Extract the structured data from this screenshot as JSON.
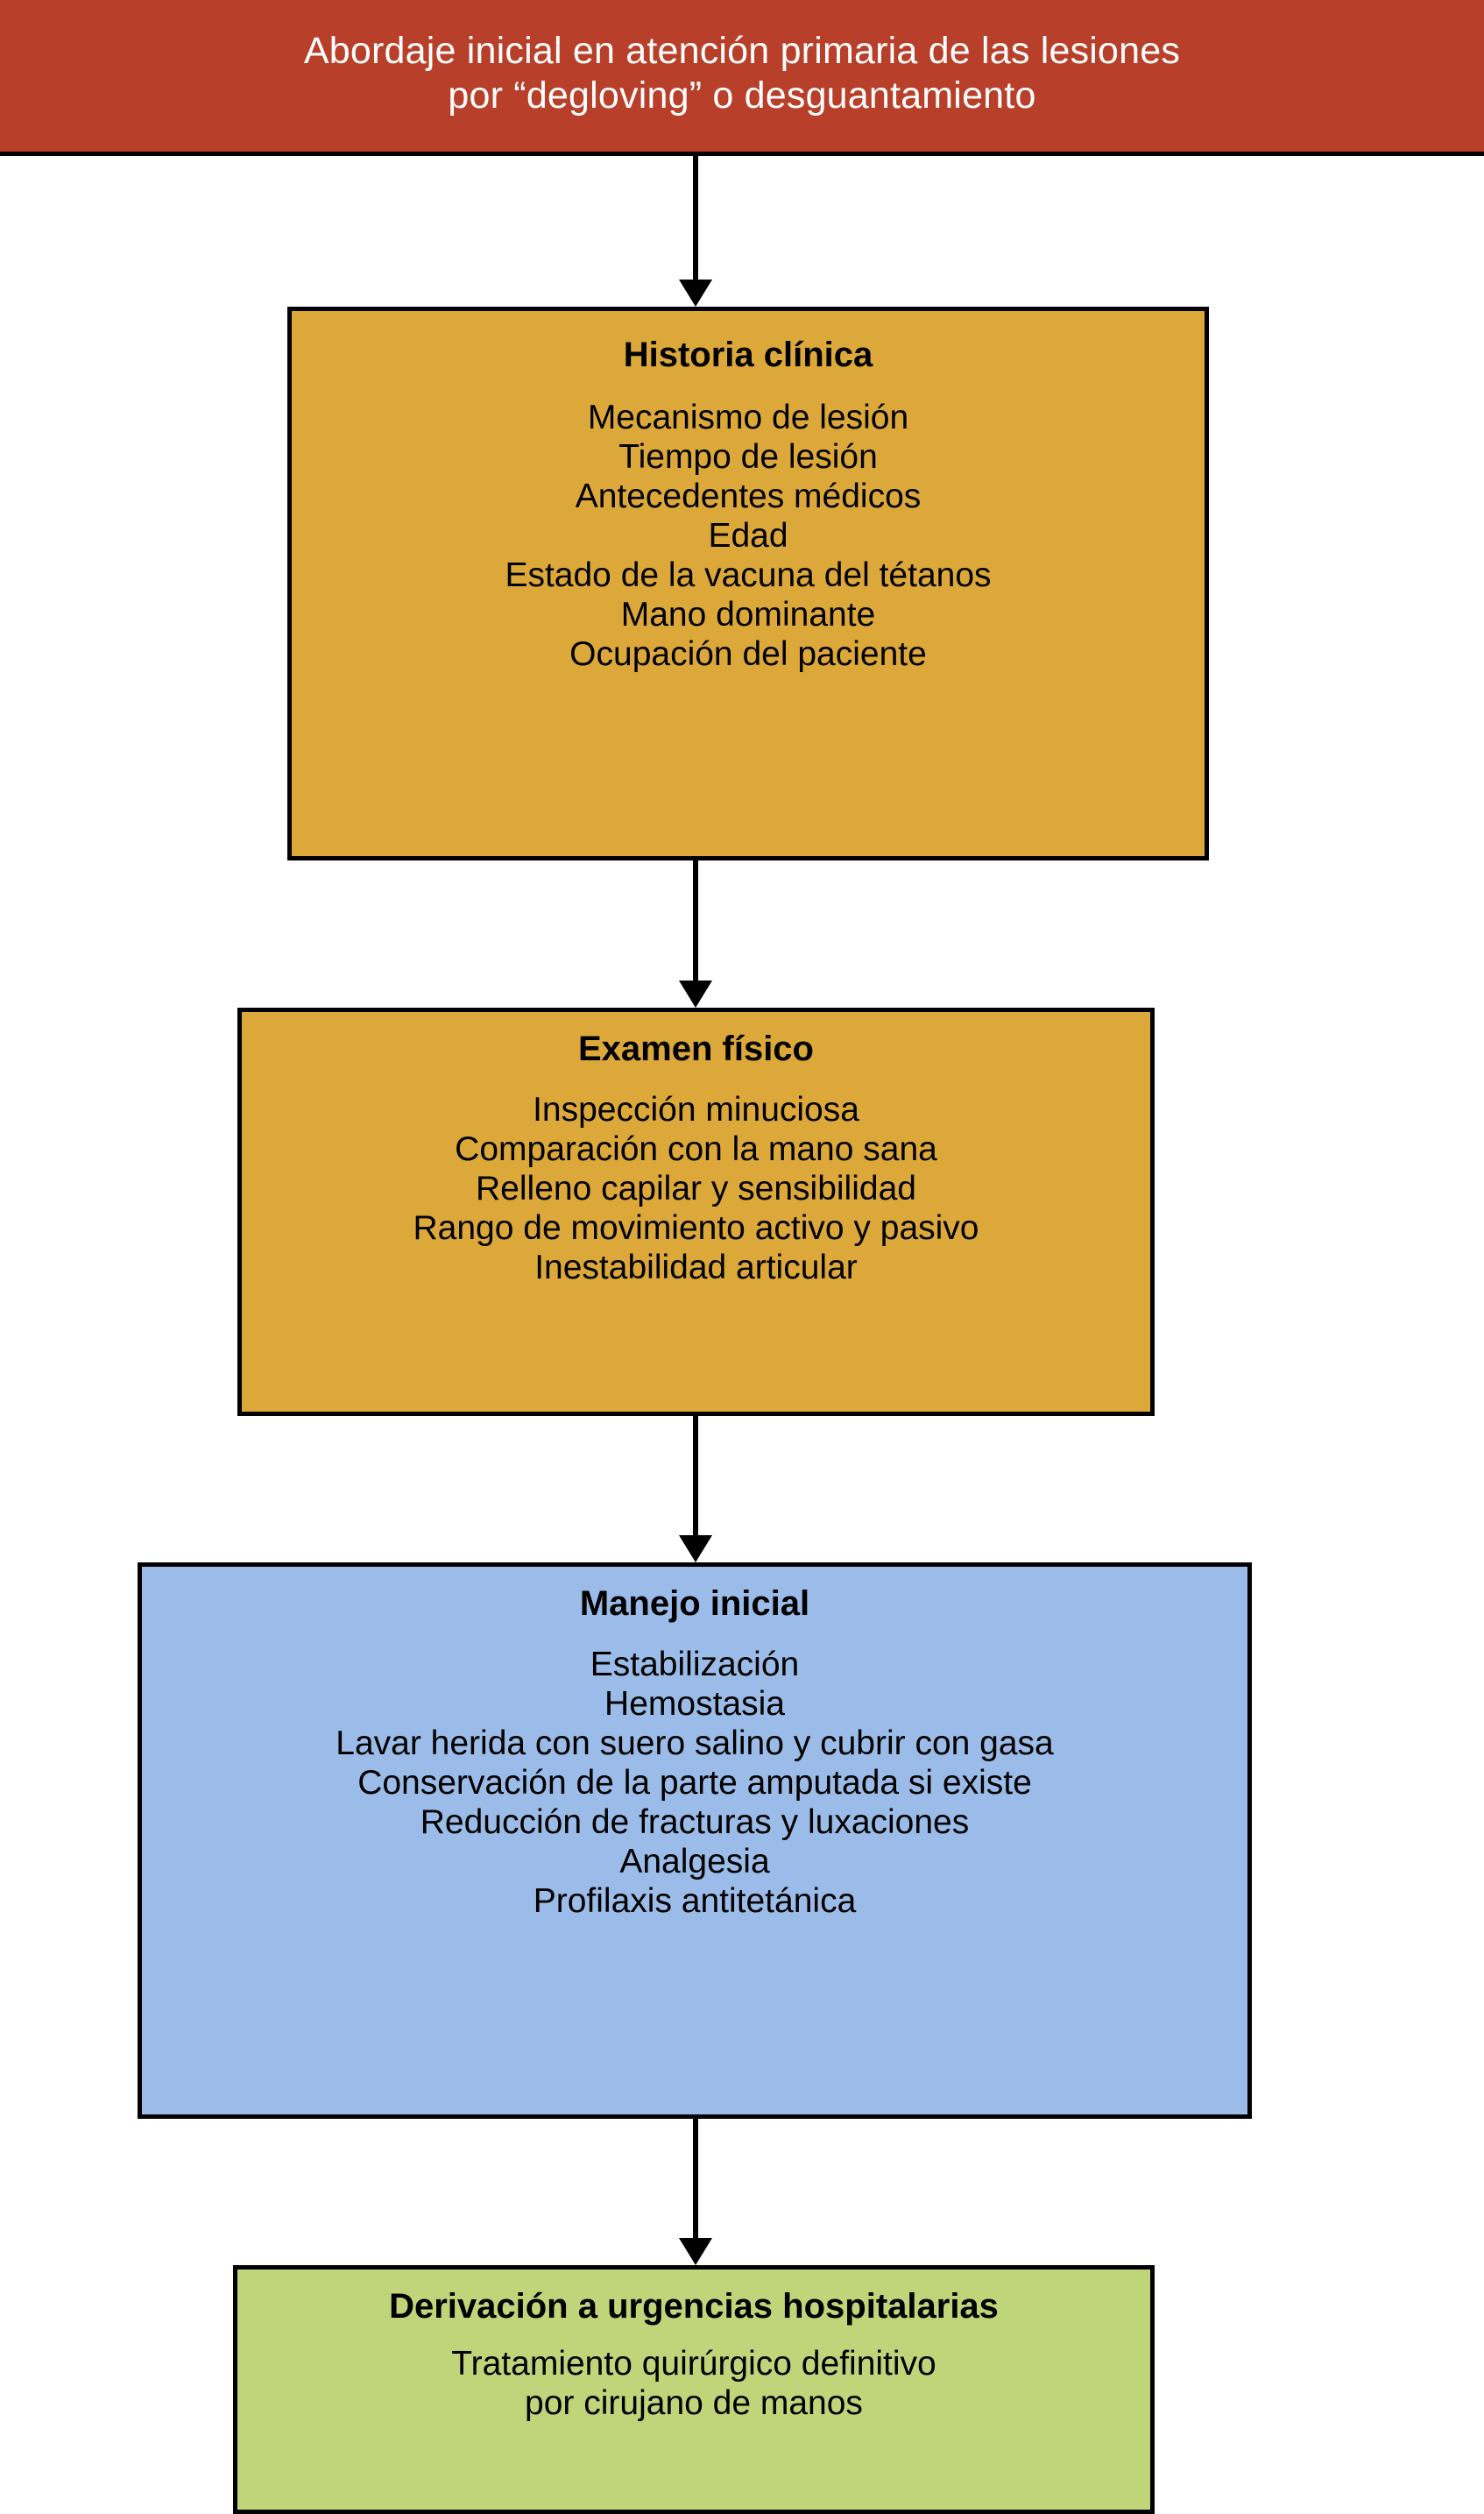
{
  "header": {
    "lines": [
      "Abordaje inicial en atención primaria de las lesiones",
      "por “degloving” o desguantamiento"
    ],
    "background_color": "#B8402A",
    "text_color": "#FFFFFF"
  },
  "nodes": [
    {
      "id": "historia",
      "title": "Historia clínica",
      "lines": [
        "Mecanismo de lesión",
        "Tiempo de lesión",
        "Antecedentes médicos",
        "Edad",
        "Estado de la vacuna del tétanos",
        "Mano dominante",
        "Ocupación del paciente"
      ],
      "background_color": "#DDA83A"
    },
    {
      "id": "examen",
      "title": "Examen físico",
      "lines": [
        "Inspección minuciosa",
        "Comparación con la mano sana",
        "Relleno capilar y sensibilidad",
        "Rango de movimiento activo y pasivo",
        "Inestabilidad articular"
      ],
      "background_color": "#DDA83A"
    },
    {
      "id": "manejo",
      "title": "Manejo inicial",
      "lines": [
        "Estabilización",
        "Hemostasia",
        "Lavar herida con suero salino y cubrir con gasa",
        "Conservación de la parte amputada si existe",
        "Reducción de fracturas y luxaciones",
        "Analgesia",
        "Profilaxis antitetánica"
      ],
      "background_color": "#9BBCE8"
    },
    {
      "id": "derivacion",
      "title": "Derivación a urgencias hospitalarias",
      "lines": [
        "Tratamiento quirúrgico definitivo",
        "por cirujano de manos"
      ],
      "background_color": "#C0D47A"
    }
  ],
  "connectors": [
    {
      "name": "header-to-historia",
      "direction": "down"
    },
    {
      "name": "historia-to-examen",
      "direction": "down"
    },
    {
      "name": "examen-to-manejo",
      "direction": "down"
    },
    {
      "name": "manejo-to-derivacion",
      "direction": "down"
    }
  ]
}
